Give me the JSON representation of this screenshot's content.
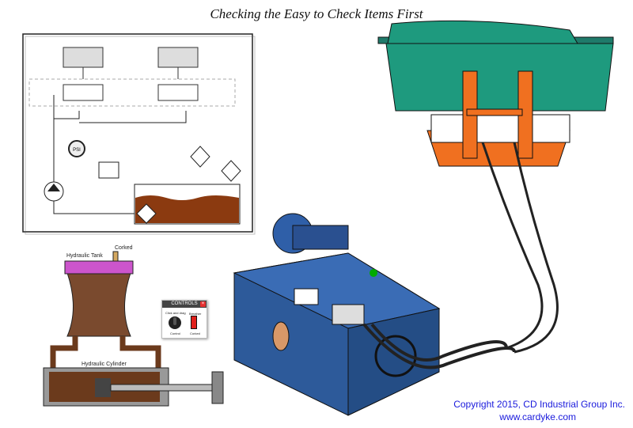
{
  "title": "Checking the Easy to Check Items First",
  "tank": {
    "label": "Hydraulic Tank",
    "breather_label": "Corked"
  },
  "cylinder": {
    "label": "Hydraulic Cylinder"
  },
  "controls": {
    "title": "CONTROLS",
    "close_icon": "close-icon",
    "knob_hint": "Click and drag",
    "knob_label": "Control",
    "switch_title": "Breather",
    "switch_label": "Corked"
  },
  "schematic": {
    "gauge_label": "PSI"
  },
  "footer": {
    "copyright": "Copyright 2015, CD Industrial Group Inc.",
    "website": "www.cardyke.com"
  },
  "colors": {
    "oil": "#6b3a1c",
    "tank_lid": "#cc55cc",
    "bucket": "#1e9a7e",
    "arm": "#f07020",
    "unit_blue": "#2d5a9a"
  }
}
